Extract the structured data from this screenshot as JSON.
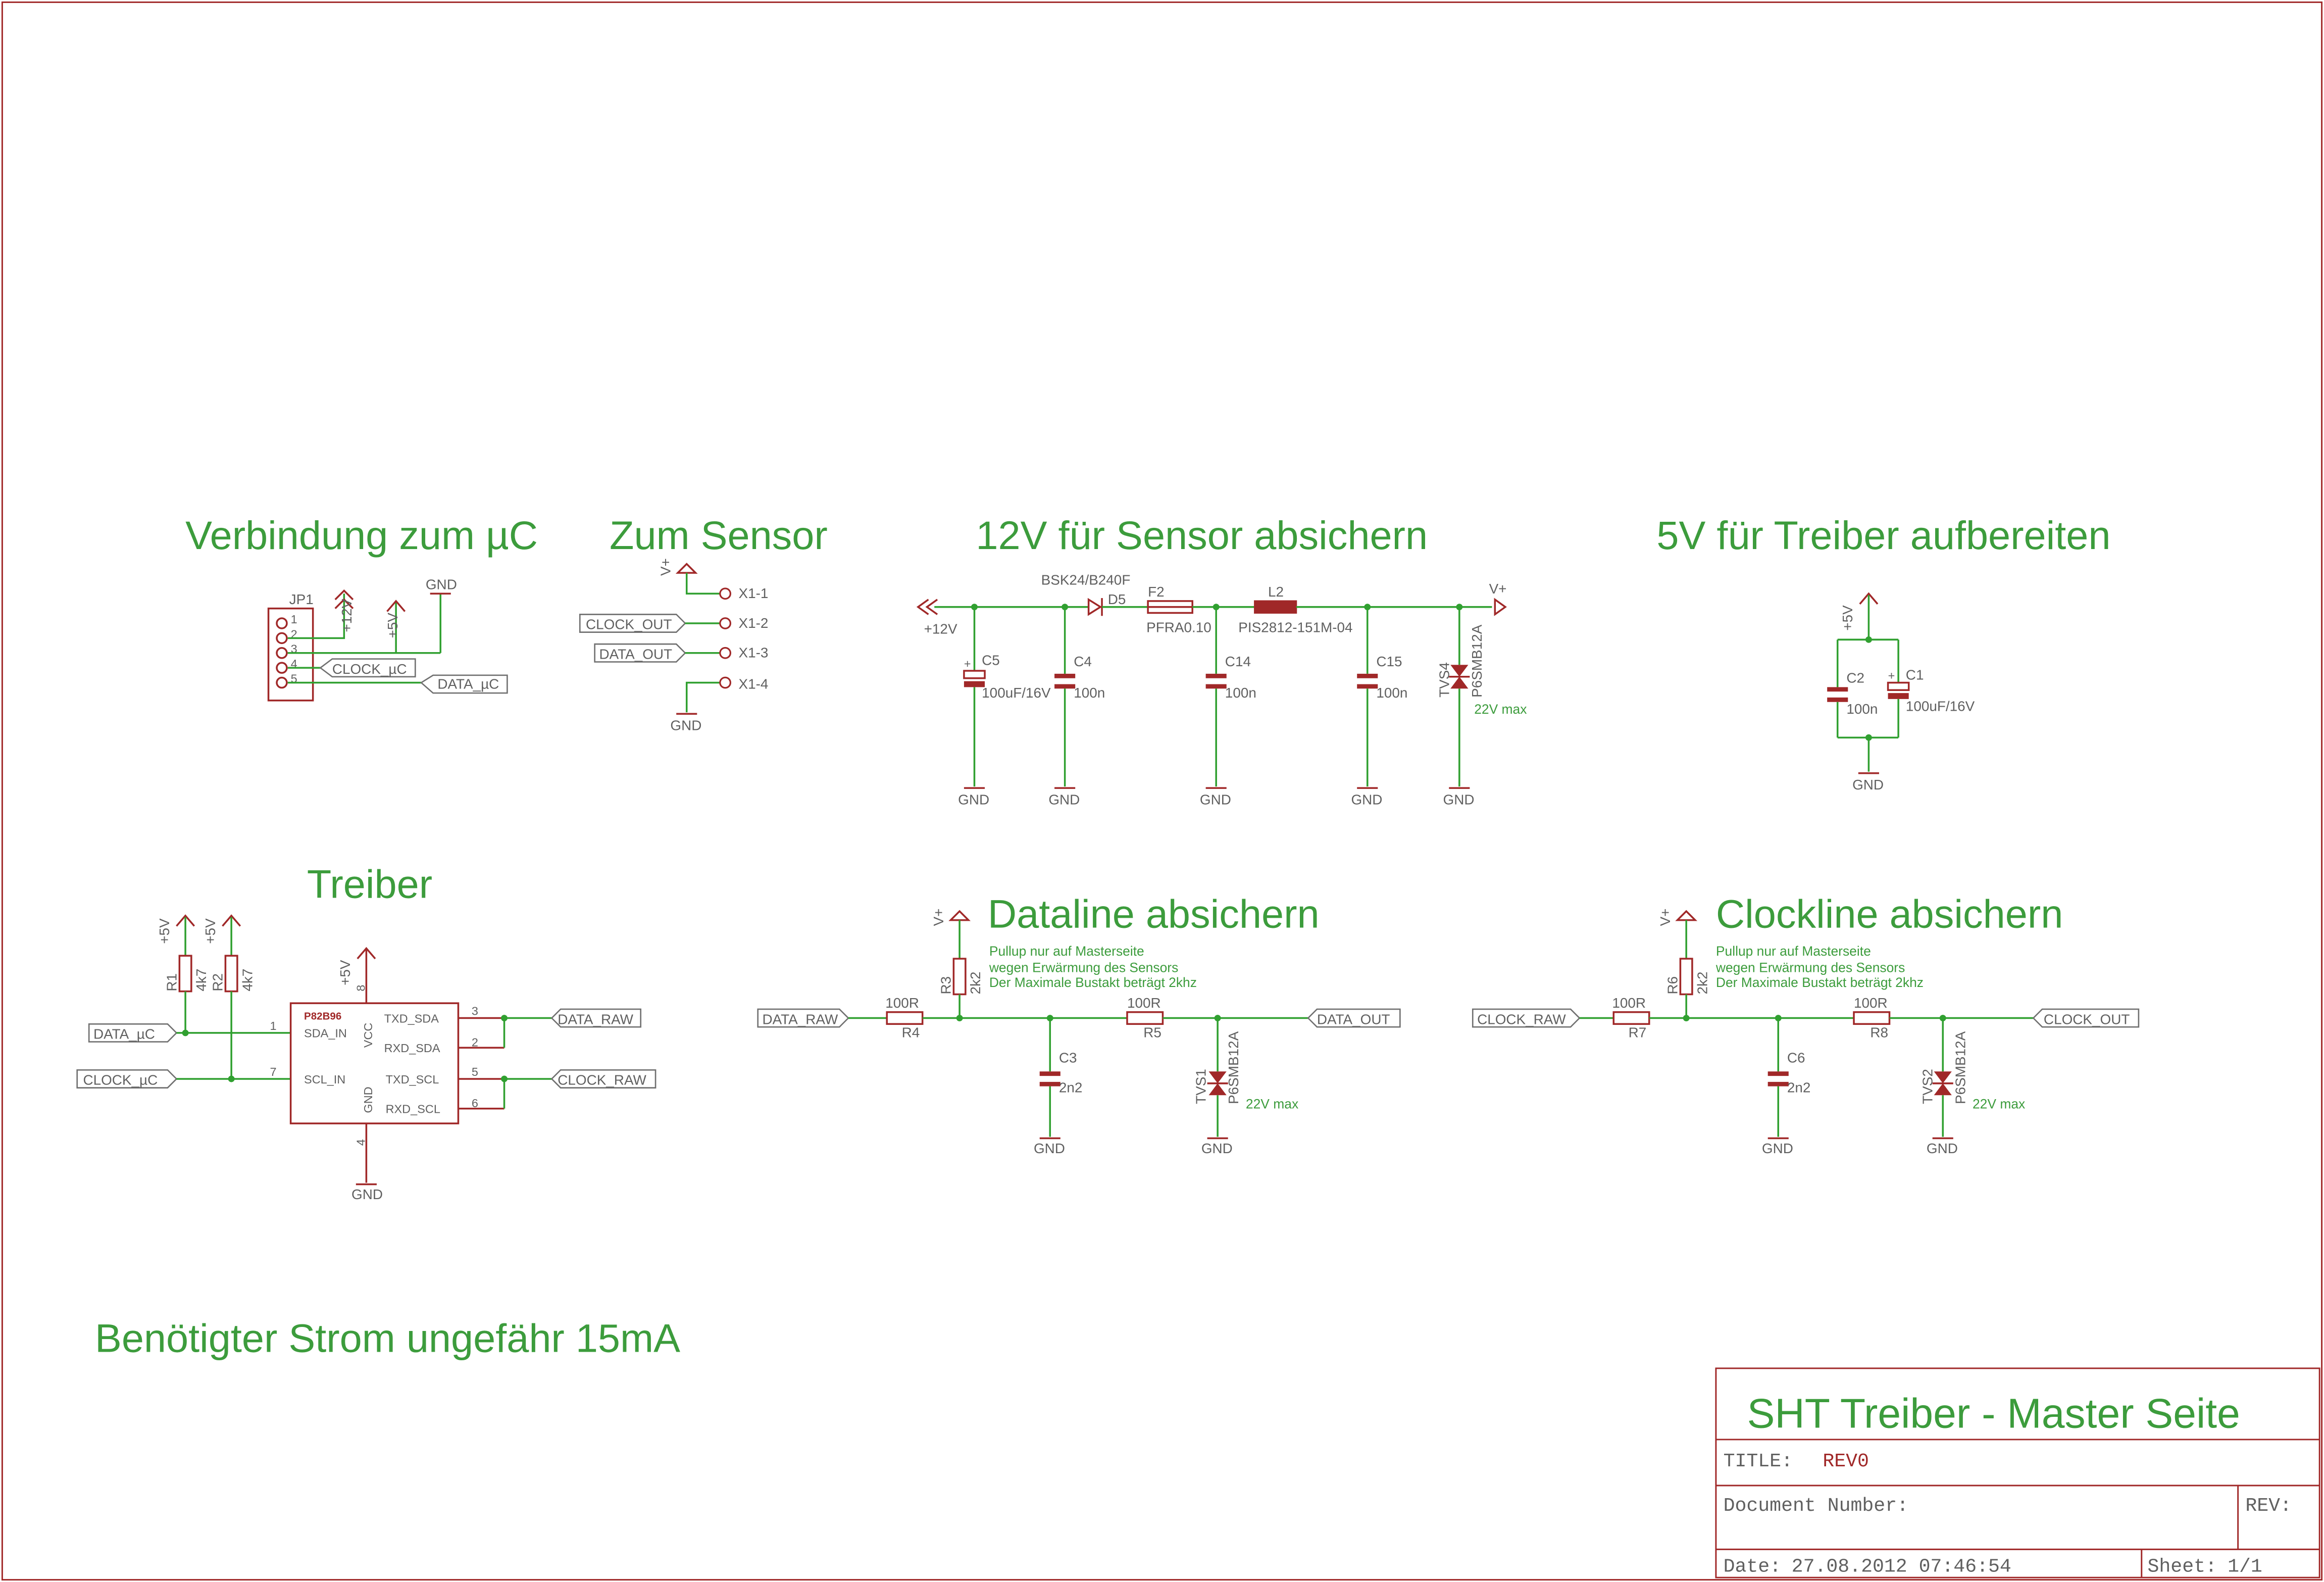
{
  "headings": {
    "connection": "Verbindung zum µC",
    "sensor": "Zum Sensor",
    "protect12v": "12V für Sensor absichern",
    "supply5v": "5V für Treiber aufbereiten",
    "driver": "Treiber",
    "dataline": "Dataline absichern",
    "clockline": "Clockline absichern",
    "current": "Benötigter Strom ungefähr 15mA"
  },
  "jp1": {
    "ref": "JP1",
    "pins": [
      "1",
      "2",
      "3",
      "4",
      "5"
    ],
    "p12v": "+12V",
    "p5v": "+5V",
    "gnd": "GND",
    "clock": "CLOCK_µC",
    "data": "DATA_µC"
  },
  "sensor": {
    "vplus": "V+",
    "clock": "CLOCK_OUT",
    "data": "DATA_OUT",
    "gnd": "GND",
    "x1": "X1-1",
    "x2": "X1-2",
    "x3": "X1-3",
    "x4": "X1-4"
  },
  "prot12": {
    "p12v": "+12V",
    "d5_part": "BSK24/B240F",
    "d5": "D5",
    "f2": "F2",
    "f2_val": "PFRA0.10",
    "l2": "L2",
    "l2_val": "PIS2812-151M-04",
    "vplus": "V+",
    "c5": "C5",
    "c5_val": "100uF/16V",
    "c4": "C4",
    "c4_val": "100n",
    "c14": "C14",
    "c14_val": "100n",
    "c15": "C15",
    "c15_val": "100n",
    "tvs4": "TVS4",
    "tvs4_part": "P6SMB12A",
    "tvs4_note": "22V max",
    "gnd": "GND"
  },
  "supply5": {
    "p5v": "+5V",
    "c2": "C2",
    "c2_val": "100n",
    "c1": "C1",
    "c1_val": "100uF/16V",
    "gnd": "GND"
  },
  "driver": {
    "p5v": "+5V",
    "r1": "R1",
    "r1_val": "4k7",
    "r2": "R2",
    "r2_val": "4k7",
    "data_in": "DATA_µC",
    "clock_in": "CLOCK_µC",
    "ic": "P82B96",
    "sda_in": "SDA_IN",
    "scl_in": "SCL_IN",
    "vcc": "VCC",
    "gndpin": "GND",
    "txd_sda": "TXD_SDA",
    "rxd_sda": "RXD_SDA",
    "txd_scl": "TXD_SCL",
    "rxd_scl": "RXD_SCL",
    "pin1": "1",
    "pin7": "7",
    "pin8": "8",
    "pin4": "4",
    "pin3": "3",
    "pin2": "2",
    "pin5": "5",
    "pin6": "6",
    "data_raw": "DATA_RAW",
    "clock_raw": "CLOCK_RAW",
    "gnd": "GND"
  },
  "dataline": {
    "vplus": "V+",
    "r3": "R3",
    "r3_val": "2k2",
    "in": "DATA_RAW",
    "r4": "R4",
    "r4_val": "100R",
    "r5": "R5",
    "r5_val": "100R",
    "out": "DATA_OUT",
    "c3": "C3",
    "c3_val": "2n2",
    "tvs1": "TVS1",
    "tvs1_part": "P6SMB12A",
    "tvs_note": "22V max",
    "note1": "Pullup nur auf Masterseite",
    "note2": "wegen Erwärmung des Sensors",
    "note3": "Der Maximale Bustakt beträgt 2khz",
    "gnd": "GND"
  },
  "clockline": {
    "vplus": "V+",
    "r6": "R6",
    "r6_val": "2k2",
    "in": "CLOCK_RAW",
    "r7": "R7",
    "r7_val": "100R",
    "r8": "R8",
    "r8_val": "100R",
    "out": "CLOCK_OUT",
    "c6": "C6",
    "c6_val": "2n2",
    "tvs2": "TVS2",
    "tvs2_part": "P6SMB12A",
    "tvs_note": "22V max",
    "note1": "Pullup nur auf Masterseite",
    "note2": "wegen Erwärmung des Sensors",
    "note3": "Der Maximale Bustakt beträgt 2khz",
    "gnd": "GND"
  },
  "titleblock": {
    "title": "SHT Treiber - Master Seite",
    "title_label": "TITLE:",
    "title_value": "REV0",
    "docnum_label": "Document Number:",
    "rev_label": "REV:",
    "date_label": "Date:",
    "date_value": "27.08.2012 07:46:54",
    "sheet_label": "Sheet:",
    "sheet_value": "1/1"
  }
}
